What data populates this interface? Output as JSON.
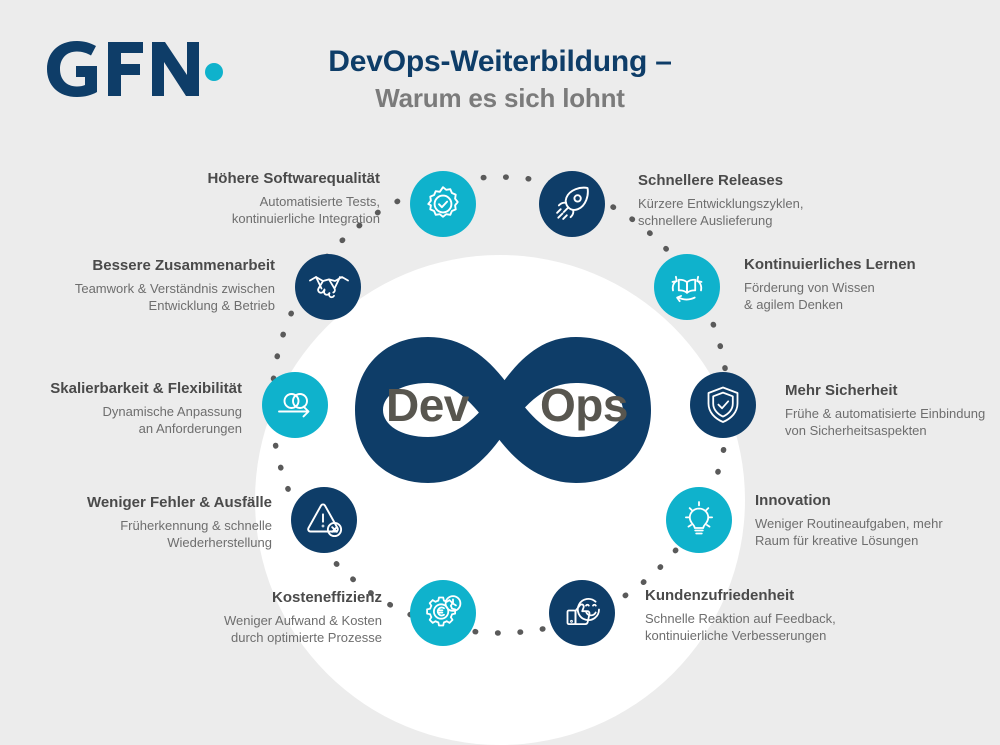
{
  "brand": {
    "logo_text": "GFN",
    "logo_navy": "#0e3d68",
    "logo_dot_color": "#0fb2cc"
  },
  "header": {
    "title_line1": "DevOps-Weiterbildung –",
    "title_line2": "Warum es sich lohnt",
    "title_color": "#0e3d68",
    "subtitle_color": "#7b7b7b"
  },
  "center": {
    "dev_label": "Dev",
    "ops_label": "Ops",
    "infinity_color": "#0e3d68",
    "text_color": "#58564f",
    "disc_color": "#ffffff"
  },
  "theme": {
    "background": "#ececec",
    "cyan": "#0fb2cc",
    "navy": "#0e3d68",
    "dot_color": "#5a5a5a",
    "heading_color": "#4a4a4a",
    "description_color": "#6e6e6e"
  },
  "benefits": [
    {
      "id": "software-quality",
      "icon": "quality-badge-icon",
      "color": "cyan",
      "heading": "Höhere Softwarequalität",
      "description_line1": "Automatisierte Tests,",
      "description_line2": "kontinuierliche Integration",
      "side": "left"
    },
    {
      "id": "faster-releases",
      "icon": "rocket-icon",
      "color": "navy",
      "heading": "Schnellere Releases",
      "description_line1": "Kürzere Entwicklungszyklen,",
      "description_line2": "schnellere Auslieferung",
      "side": "right"
    },
    {
      "id": "collaboration",
      "icon": "handshake-icon",
      "color": "navy",
      "heading": "Bessere Zusammenarbeit",
      "description_line1": "Teamwork & Verständnis zwischen",
      "description_line2": "Entwicklung & Betrieb",
      "side": "left"
    },
    {
      "id": "continuous-learning",
      "icon": "book-cycle-icon",
      "color": "cyan",
      "heading": "Kontinuierliches Lernen",
      "description_line1": "Förderung von Wissen",
      "description_line2": "& agilem Denken",
      "side": "right"
    },
    {
      "id": "scalability",
      "icon": "scalability-arrow-icon",
      "color": "cyan",
      "heading": "Skalierbarkeit & Flexibilität",
      "description_line1": "Dynamische Anpassung",
      "description_line2": "an Anforderungen",
      "side": "left"
    },
    {
      "id": "security",
      "icon": "shield-check-icon",
      "color": "navy",
      "heading": "Mehr Sicherheit",
      "description_line1": "Frühe & automatisierte Einbindung",
      "description_line2": "von Sicherheitsaspekten",
      "side": "right"
    },
    {
      "id": "fewer-failures",
      "icon": "warning-triangle-icon",
      "color": "navy",
      "heading": "Weniger Fehler & Ausfälle",
      "description_line1": "Früherkennung & schnelle",
      "description_line2": "Wiederherstellung",
      "side": "left"
    },
    {
      "id": "innovation",
      "icon": "lightbulb-icon",
      "color": "cyan",
      "heading": "Innovation",
      "description_line1": "Weniger Routineaufgaben, mehr",
      "description_line2": "Raum für kreative Lösungen",
      "side": "right"
    },
    {
      "id": "cost-efficiency",
      "icon": "gear-euro-clock-icon",
      "color": "cyan",
      "heading": "Kosteneffizienz",
      "description_line1": "Weniger Aufwand & Kosten",
      "description_line2": "durch optimierte Prozesse",
      "side": "left"
    },
    {
      "id": "customer-satisfaction",
      "icon": "thumbs-up-smiley-icon",
      "color": "navy",
      "heading": "Kundenzufriedenheit",
      "description_line1": "Schnelle Reaktion auf Feedback,",
      "description_line2": "kontinuierliche Verbesserungen",
      "side": "right"
    }
  ]
}
